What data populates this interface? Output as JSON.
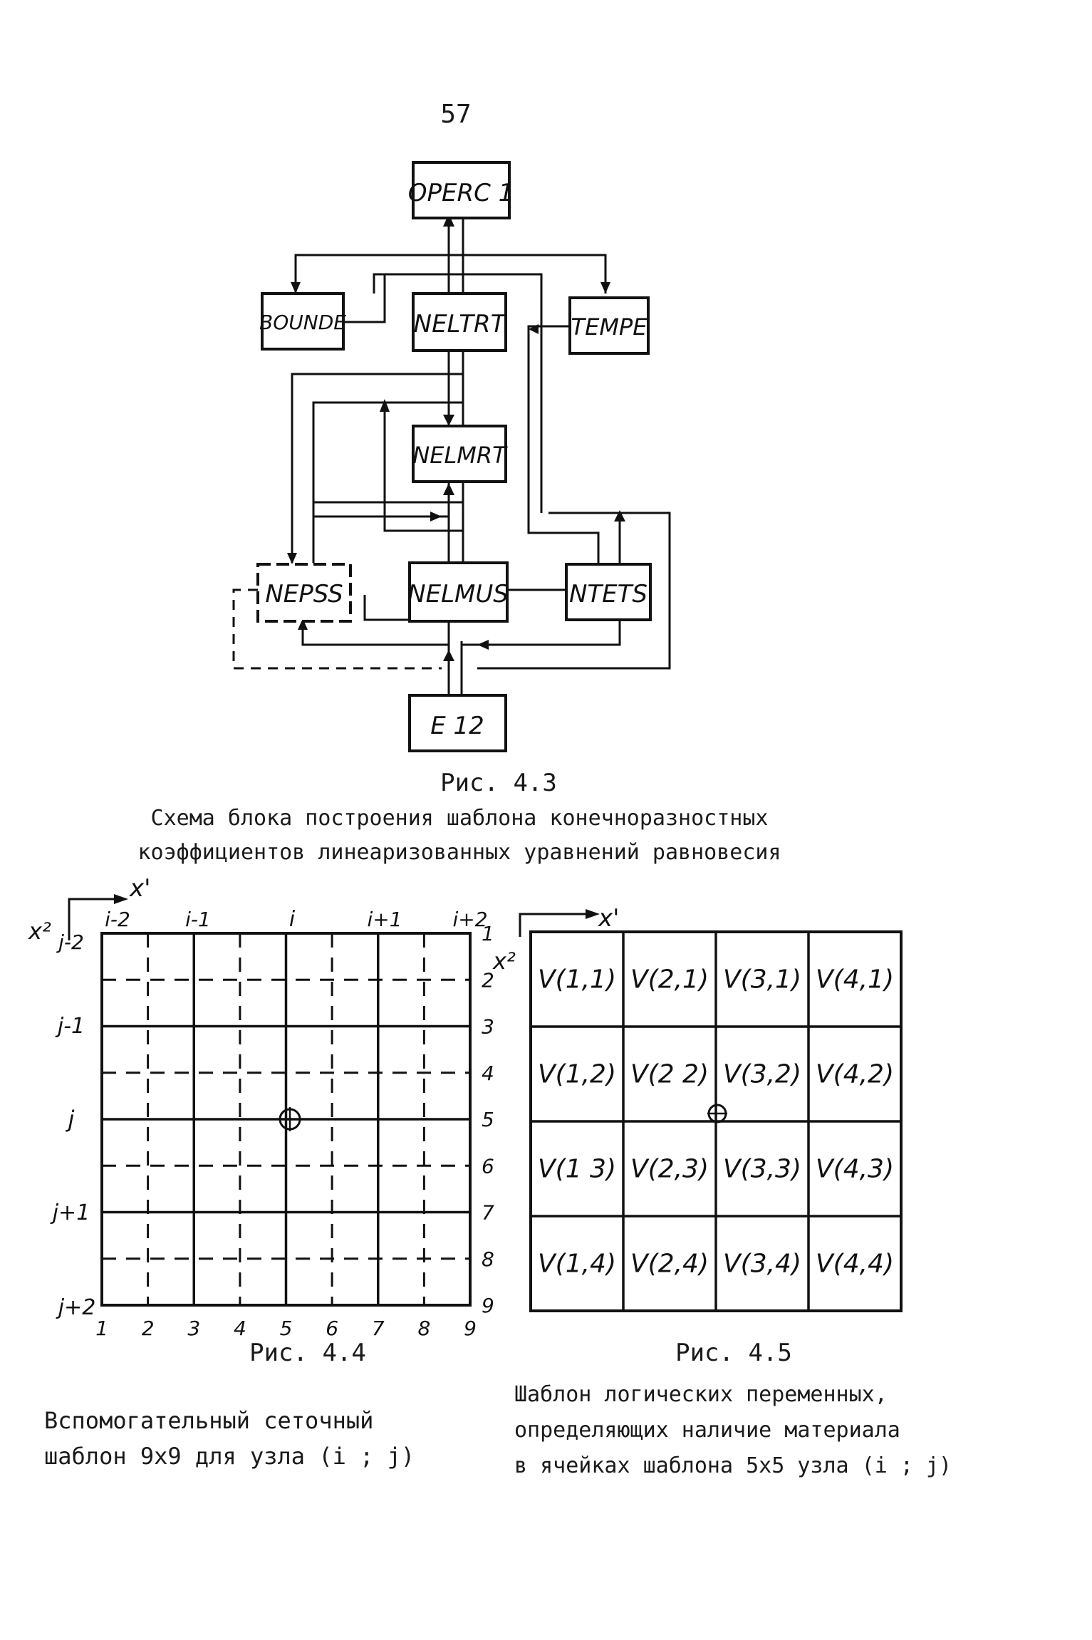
{
  "page_number": "57",
  "fig43": {
    "blocks": {
      "operc1": "OPERC 1",
      "bounde": "BOUNDE",
      "neltrt": "NELTRT",
      "tempe": "TEMPE",
      "nelmrt": "NELMRT",
      "nepss": "NEPSS",
      "nelmus": "NELMUS",
      "ntets": "NTETS",
      "e12": "E 12"
    },
    "label": "Рис. 4.3",
    "caption_line1": "Схема блока построения шаблона конечноразностных",
    "caption_line2": "коэффициентов линеаризованных уравнений равновесия"
  },
  "fig44": {
    "axis_x": "x'",
    "axis_y": "x²",
    "top_labels": [
      "i-2",
      "i-1",
      "i",
      "i+1",
      "i+2"
    ],
    "left_labels": [
      "j-2",
      "j-1",
      "j",
      "j+1",
      "j+2"
    ],
    "right_labels": [
      "1",
      "2",
      "3",
      "4",
      "5",
      "6",
      "7",
      "8",
      "9"
    ],
    "bottom_labels": [
      "1",
      "2",
      "3",
      "4",
      "5",
      "6",
      "7",
      "8",
      "9"
    ],
    "label": "Рис. 4.4",
    "caption_line1": "Вспомогательный сеточный",
    "caption_line2": "шаблон 9х9 для узла (i ; j)"
  },
  "fig45": {
    "axis_x": "x'",
    "axis_y": "x²",
    "cells": [
      [
        "V(1,1)",
        "V(2,1)",
        "V(3,1)",
        "V(4,1)"
      ],
      [
        "V(1,2)",
        "V(2 2)",
        "V(3,2)",
        "V(4,2)"
      ],
      [
        "V(1 3)",
        "V(2,3)",
        "V(3,3)",
        "V(4,3)"
      ],
      [
        "V(1,4)",
        "V(2,4)",
        "V(3,4)",
        "V(4,4)"
      ]
    ],
    "label": "Рис. 4.5",
    "caption_line1": "Шаблон логических переменных,",
    "caption_line2": "определяющих наличие материала",
    "caption_line3": "в ячейках шаблона 5х5 узла (i ; j)"
  }
}
